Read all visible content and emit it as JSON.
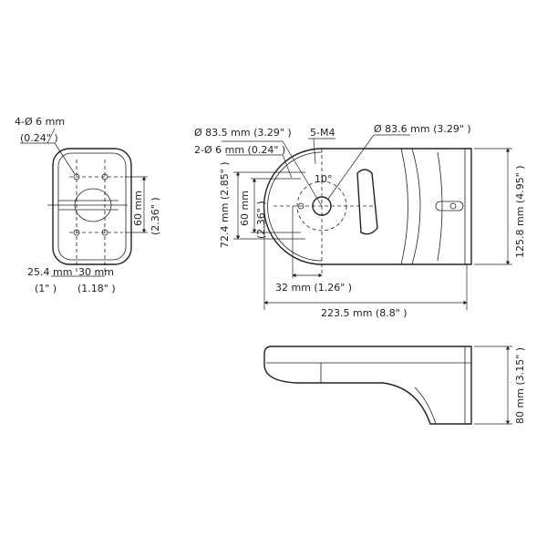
{
  "front_view": {
    "hole_label": "4-Ø 6 mm",
    "hole_label_in": "(0.24\" )",
    "height_label": "60 mm",
    "height_label_in": "(2.36\" )",
    "offset_label": "25.4 mm",
    "offset_label_in": "(1\" )",
    "width_label": "30 mm",
    "width_label_in": "(1.18\" )"
  },
  "top_view": {
    "dia_left": "Ø 83.5 mm (3.29\" )",
    "screws": "5-M4",
    "dia_right": "Ø 83.6 mm (3.29\" )",
    "holes": "2-Ø 6 mm (0.24\" )",
    "angle": "10°",
    "height_outer": "72.4 mm (2.85\" )",
    "height_inner": "60 mm",
    "height_inner_in": "(2.36\" )",
    "offset": "32 mm (1.26\" )",
    "total_height": "125.8 mm (4.95\" )",
    "total_length": "223.5 mm (8.8\" )"
  },
  "side_view": {
    "height": "80 mm (3.15\" )"
  }
}
